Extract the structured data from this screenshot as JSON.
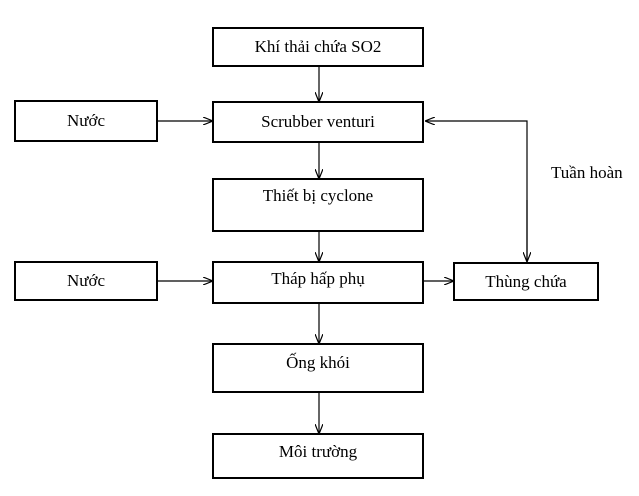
{
  "nodes": {
    "khi_thai": "Khí thải chứa SO2",
    "nuoc_1": "Nước",
    "scrubber": "Scrubber venturi",
    "cyclone": "Thiết bị cyclone",
    "nuoc_2": "Nước",
    "thap_hap_phu": "Tháp hấp phụ",
    "thung_chua": "Thùng chứa",
    "ong_khoi": "Ống khói",
    "moi_truong": "Môi trường"
  },
  "labels": {
    "recycle": "Tuần hoàn"
  },
  "colors": {
    "stroke": "#000000",
    "background": "#ffffff"
  }
}
